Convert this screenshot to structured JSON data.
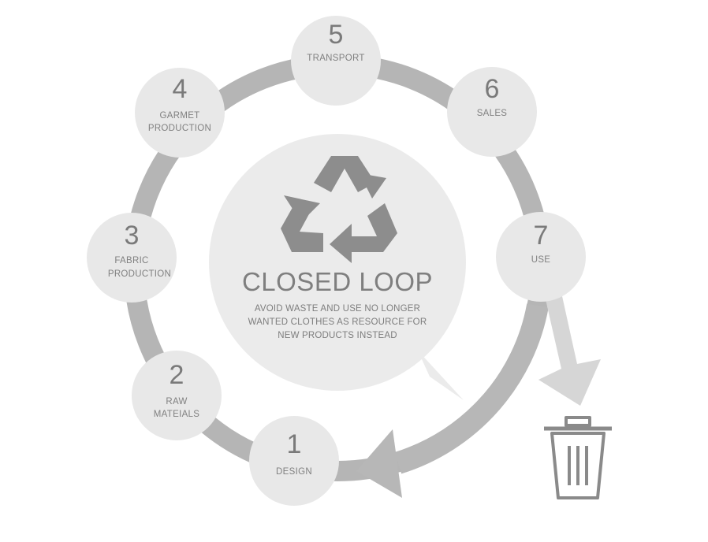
{
  "center": {
    "title": "CLOSED LOOP",
    "description_lines": [
      "AVOID WASTE AND USE NO LONGER",
      "WANTED CLOTHES AS RESOURCE FOR",
      "NEW PRODUCTS INSTEAD"
    ],
    "icon": "recycle-icon"
  },
  "steps": [
    {
      "number": "1",
      "label_lines": [
        "DESIGN"
      ]
    },
    {
      "number": "2",
      "label_lines": [
        "RAW",
        "MATEIALS"
      ]
    },
    {
      "number": "3",
      "label_lines": [
        "FABRIC",
        "PRODUCTION"
      ]
    },
    {
      "number": "4",
      "label_lines": [
        "GARMET",
        "PRODUCTION"
      ]
    },
    {
      "number": "5",
      "label_lines": [
        "TRANSPORT"
      ]
    },
    {
      "number": "6",
      "label_lines": [
        "SALES"
      ]
    },
    {
      "number": "7",
      "label_lines": [
        "USE"
      ]
    }
  ],
  "waste": {
    "icon": "trash-bin-icon"
  },
  "colors": {
    "ring": "#b5b5b5",
    "node": "#e8e8e8",
    "center": "#ebebeb",
    "text": "#7d7d7d",
    "recycle": "#8d8d8d",
    "waste_arrow": "#d6d6d6",
    "bin": "#8a8a8a"
  }
}
